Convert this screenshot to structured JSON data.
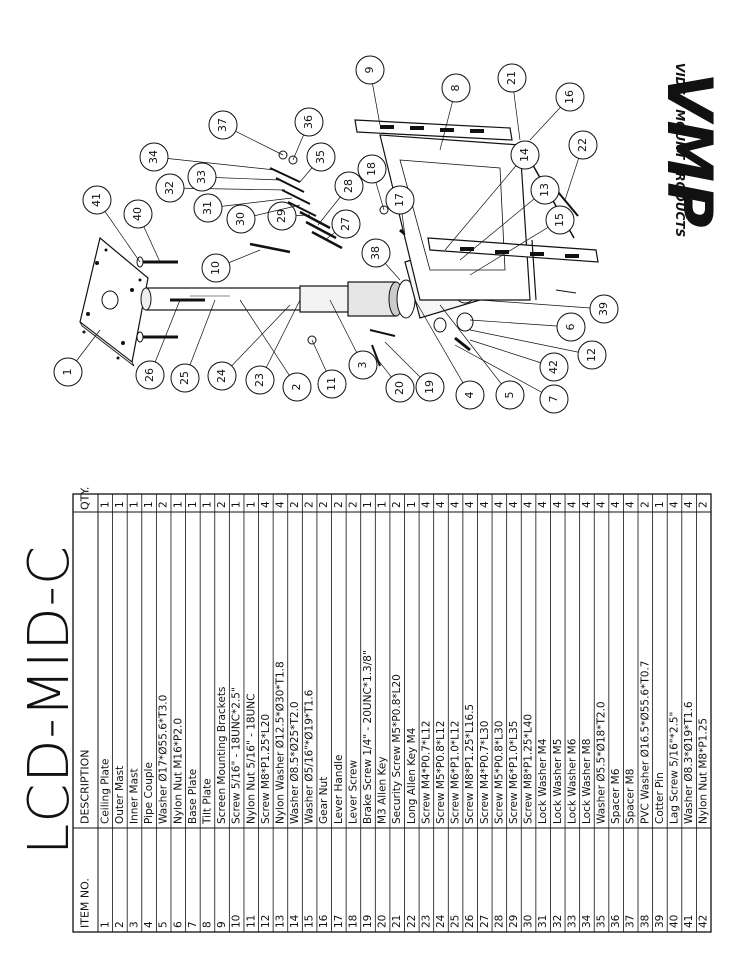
{
  "title": "LCD-MID-C",
  "logo": {
    "mark": "VMP",
    "text": "VIDEO MOUNT PRODUCTS"
  },
  "table": {
    "headers": {
      "item_no": "ITEM NO.",
      "description": "DESCRIPTION",
      "qty": "QTY."
    },
    "rows": [
      {
        "item": "1",
        "desc": "Ceiling Plate",
        "qty": "1"
      },
      {
        "item": "2",
        "desc": "Outer Mast",
        "qty": "1"
      },
      {
        "item": "3",
        "desc": "Inner Mast",
        "qty": "1"
      },
      {
        "item": "4",
        "desc": "Pipe Couple",
        "qty": "1"
      },
      {
        "item": "5",
        "desc": "Washer Ø17*Ø55.6*T3.0",
        "qty": "2"
      },
      {
        "item": "6",
        "desc": "Nylon Nut M16*P2.0",
        "qty": "1"
      },
      {
        "item": "7",
        "desc": "Base Plate",
        "qty": "1"
      },
      {
        "item": "8",
        "desc": "Tilt Plate",
        "qty": "1"
      },
      {
        "item": "9",
        "desc": "Screen Mounting Brackets",
        "qty": "2"
      },
      {
        "item": "10",
        "desc": "Screw 5/16\" - 18UNC*2.5\"",
        "qty": "1"
      },
      {
        "item": "11",
        "desc": "Nylon Nut 5/16\" - 18UNC",
        "qty": "1"
      },
      {
        "item": "12",
        "desc": "Screw M8*P1.25*L20",
        "qty": "4"
      },
      {
        "item": "13",
        "desc": "Nylon Washer Ø12.5*Ø30*T1.8",
        "qty": "4"
      },
      {
        "item": "14",
        "desc": "Washer Ø8.5*Ø25*T2.0",
        "qty": "2"
      },
      {
        "item": "15",
        "desc": "Washer Ø5/16\"*Ø19*T1.6",
        "qty": "2"
      },
      {
        "item": "16",
        "desc": "Gear Nut",
        "qty": "2"
      },
      {
        "item": "17",
        "desc": "Lever Handle",
        "qty": "2"
      },
      {
        "item": "18",
        "desc": "Lever Screw",
        "qty": "2"
      },
      {
        "item": "19",
        "desc": "Brake Screw 1/4\" - 20UNC*1.3/8\"",
        "qty": "1"
      },
      {
        "item": "20",
        "desc": "M3 Allen Key",
        "qty": "1"
      },
      {
        "item": "21",
        "desc": "Security Screw M5*P0.8*L20",
        "qty": "2"
      },
      {
        "item": "22",
        "desc": "Long Allen Key M4",
        "qty": "1"
      },
      {
        "item": "23",
        "desc": "Screw M4*P0.7*L12",
        "qty": "4"
      },
      {
        "item": "24",
        "desc": "Screw M5*P0.8*L12",
        "qty": "4"
      },
      {
        "item": "25",
        "desc": "Screw M6*P1.0*L12",
        "qty": "4"
      },
      {
        "item": "26",
        "desc": "Screw M8*P1.25*L16.5",
        "qty": "4"
      },
      {
        "item": "27",
        "desc": "Screw M4*P0.7*L30",
        "qty": "4"
      },
      {
        "item": "28",
        "desc": "Screw M5*P0.8*L30",
        "qty": "4"
      },
      {
        "item": "29",
        "desc": "Screw M6*P1.0*L35",
        "qty": "4"
      },
      {
        "item": "30",
        "desc": "Screw M8*P1.25*L40",
        "qty": "4"
      },
      {
        "item": "31",
        "desc": "Lock Washer M4",
        "qty": "4"
      },
      {
        "item": "32",
        "desc": "Lock Washer M5",
        "qty": "4"
      },
      {
        "item": "33",
        "desc": "Lock Washer M6",
        "qty": "4"
      },
      {
        "item": "34",
        "desc": "Lock Washer M8",
        "qty": "4"
      },
      {
        "item": "35",
        "desc": "Washer Ø5.5*Ø18*T2.0",
        "qty": "4"
      },
      {
        "item": "36",
        "desc": "Spacer M6",
        "qty": "4"
      },
      {
        "item": "37",
        "desc": "Spacer M8",
        "qty": "4"
      },
      {
        "item": "38",
        "desc": "PVC Washer Ø16.5*Ø55.6*T0.7",
        "qty": "2"
      },
      {
        "item": "39",
        "desc": "Cotter Pin",
        "qty": "1"
      },
      {
        "item": "40",
        "desc": "Lag Screw 5/16\"*2.5\"",
        "qty": "4"
      },
      {
        "item": "41",
        "desc": "Washer Ø8.3*Ø19*T1.6",
        "qty": "4"
      },
      {
        "item": "42",
        "desc": "Nylon Nut M8*P1.25",
        "qty": "2"
      }
    ]
  },
  "diagram": {
    "balloons": [
      "1",
      "2",
      "3",
      "4",
      "5",
      "6",
      "7",
      "8",
      "9",
      "10",
      "11",
      "12",
      "13",
      "14",
      "15",
      "16",
      "17",
      "18",
      "19",
      "20",
      "21",
      "22",
      "23",
      "24",
      "25",
      "26",
      "27",
      "28",
      "29",
      "30",
      "31",
      "32",
      "33",
      "34",
      "35",
      "36",
      "37",
      "38",
      "39",
      "40",
      "41",
      "42"
    ]
  }
}
